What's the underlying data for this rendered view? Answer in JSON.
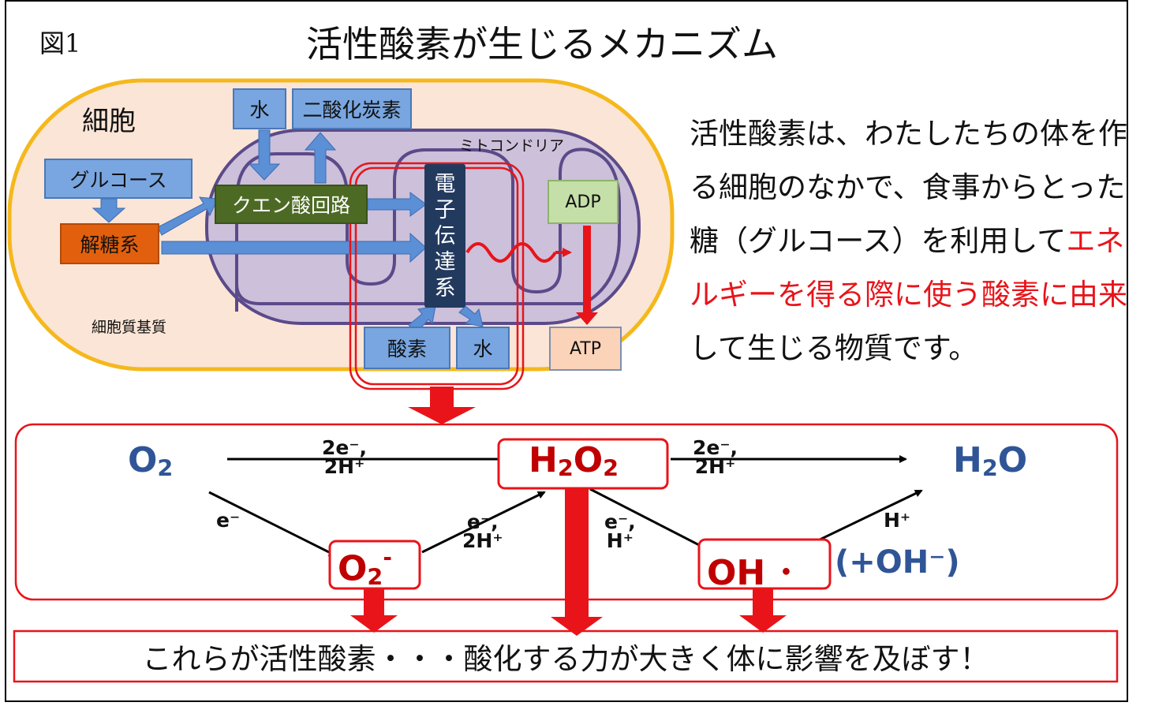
{
  "header": {
    "figure_label": "図1",
    "title": "活性酸素が生じるメカニズム"
  },
  "cell_diagram": {
    "cell_label": "細胞",
    "cytoplasm_label": "細胞質基質",
    "mitochondria_label": "ミトコンドリア",
    "water_top": "水",
    "co2": "二酸化炭素",
    "glucose": "グルコース",
    "glycolysis": "解糖系",
    "citric_cycle": "クエン酸回路",
    "etc_chars": [
      "電",
      "子",
      "伝",
      "達",
      "系"
    ],
    "adp": "ADP",
    "atp": "ATP",
    "oxygen": "酸素",
    "water_bottom": "水"
  },
  "description": {
    "part1": "活性酸素は、わたしたちの体を作る細胞のなかで、食事からとった糖（グルコース）を利用して",
    "part2_red": "エネルギーを得る際に使う酸素に由来",
    "part3": "して生じる物質です。"
  },
  "reaction": {
    "o2": "O",
    "o2_sub": "2",
    "h2o2_a": "H",
    "h2o2_sub1": "2",
    "h2o2_b": "O",
    "h2o2_sub2": "2",
    "h2o_a": "H",
    "h2o_sub": "2",
    "h2o_b": "O",
    "superoxide": "O",
    "superoxide_sub": "2",
    "superoxide_sup": "-",
    "hydroxyl": "OH ･",
    "hydroxide_extra": "(+OH⁻)",
    "label_top_left_1": "2e⁻,",
    "label_top_left_2": "2H⁺",
    "label_top_right_1": "2e⁻,",
    "label_top_right_2": "2H⁺",
    "label_e": "e⁻",
    "label_mid_1": "e⁻,",
    "label_mid_2": "2H⁺",
    "label_oh_1": "e⁻,",
    "label_oh_2": "H⁺",
    "label_h": "H⁺"
  },
  "conclusion": "これらが活性酸素・・・酸化する力が大きく体に影響を及ぼす！",
  "colors": {
    "red": "#e8141a",
    "blue_box": "#79a6e0",
    "cell_fill": "#fbe5d6",
    "cell_border": "#f5b81c",
    "mito_fill": "#ccc0da",
    "mito_border": "#5b4a8a",
    "chem_blue": "#2f5597",
    "chem_red": "#c00000",
    "etc_box": "#233a5f"
  }
}
